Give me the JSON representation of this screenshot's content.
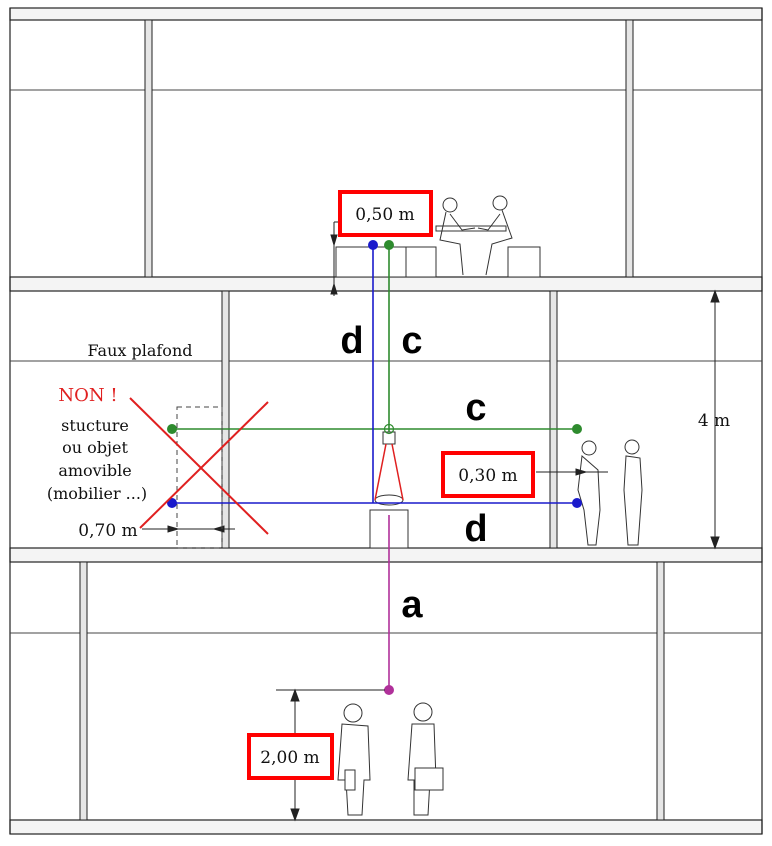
{
  "labels": {
    "dim_top": "0,50 m",
    "dim_mid": "0,30 m",
    "dim_bottom": "2,00 m",
    "dim_left": "0,70 m",
    "height": "4 m",
    "faux_plafond": "Faux plafond",
    "non": "NON !",
    "struct_line1": "stucture",
    "struct_line2": "ou objet",
    "struct_line3": "amovible",
    "struct_line4": "(mobilier ...)",
    "letter_d_top": "d",
    "letter_c_top": "c",
    "letter_c_mid": "c",
    "letter_d_mid": "d",
    "letter_a": "a"
  },
  "colors": {
    "green": "#2e8b2e",
    "blue": "#1a1acc",
    "magenta": "#b0309a",
    "red": "#e02020",
    "highlight": "#ff0000",
    "line": "#222222"
  }
}
